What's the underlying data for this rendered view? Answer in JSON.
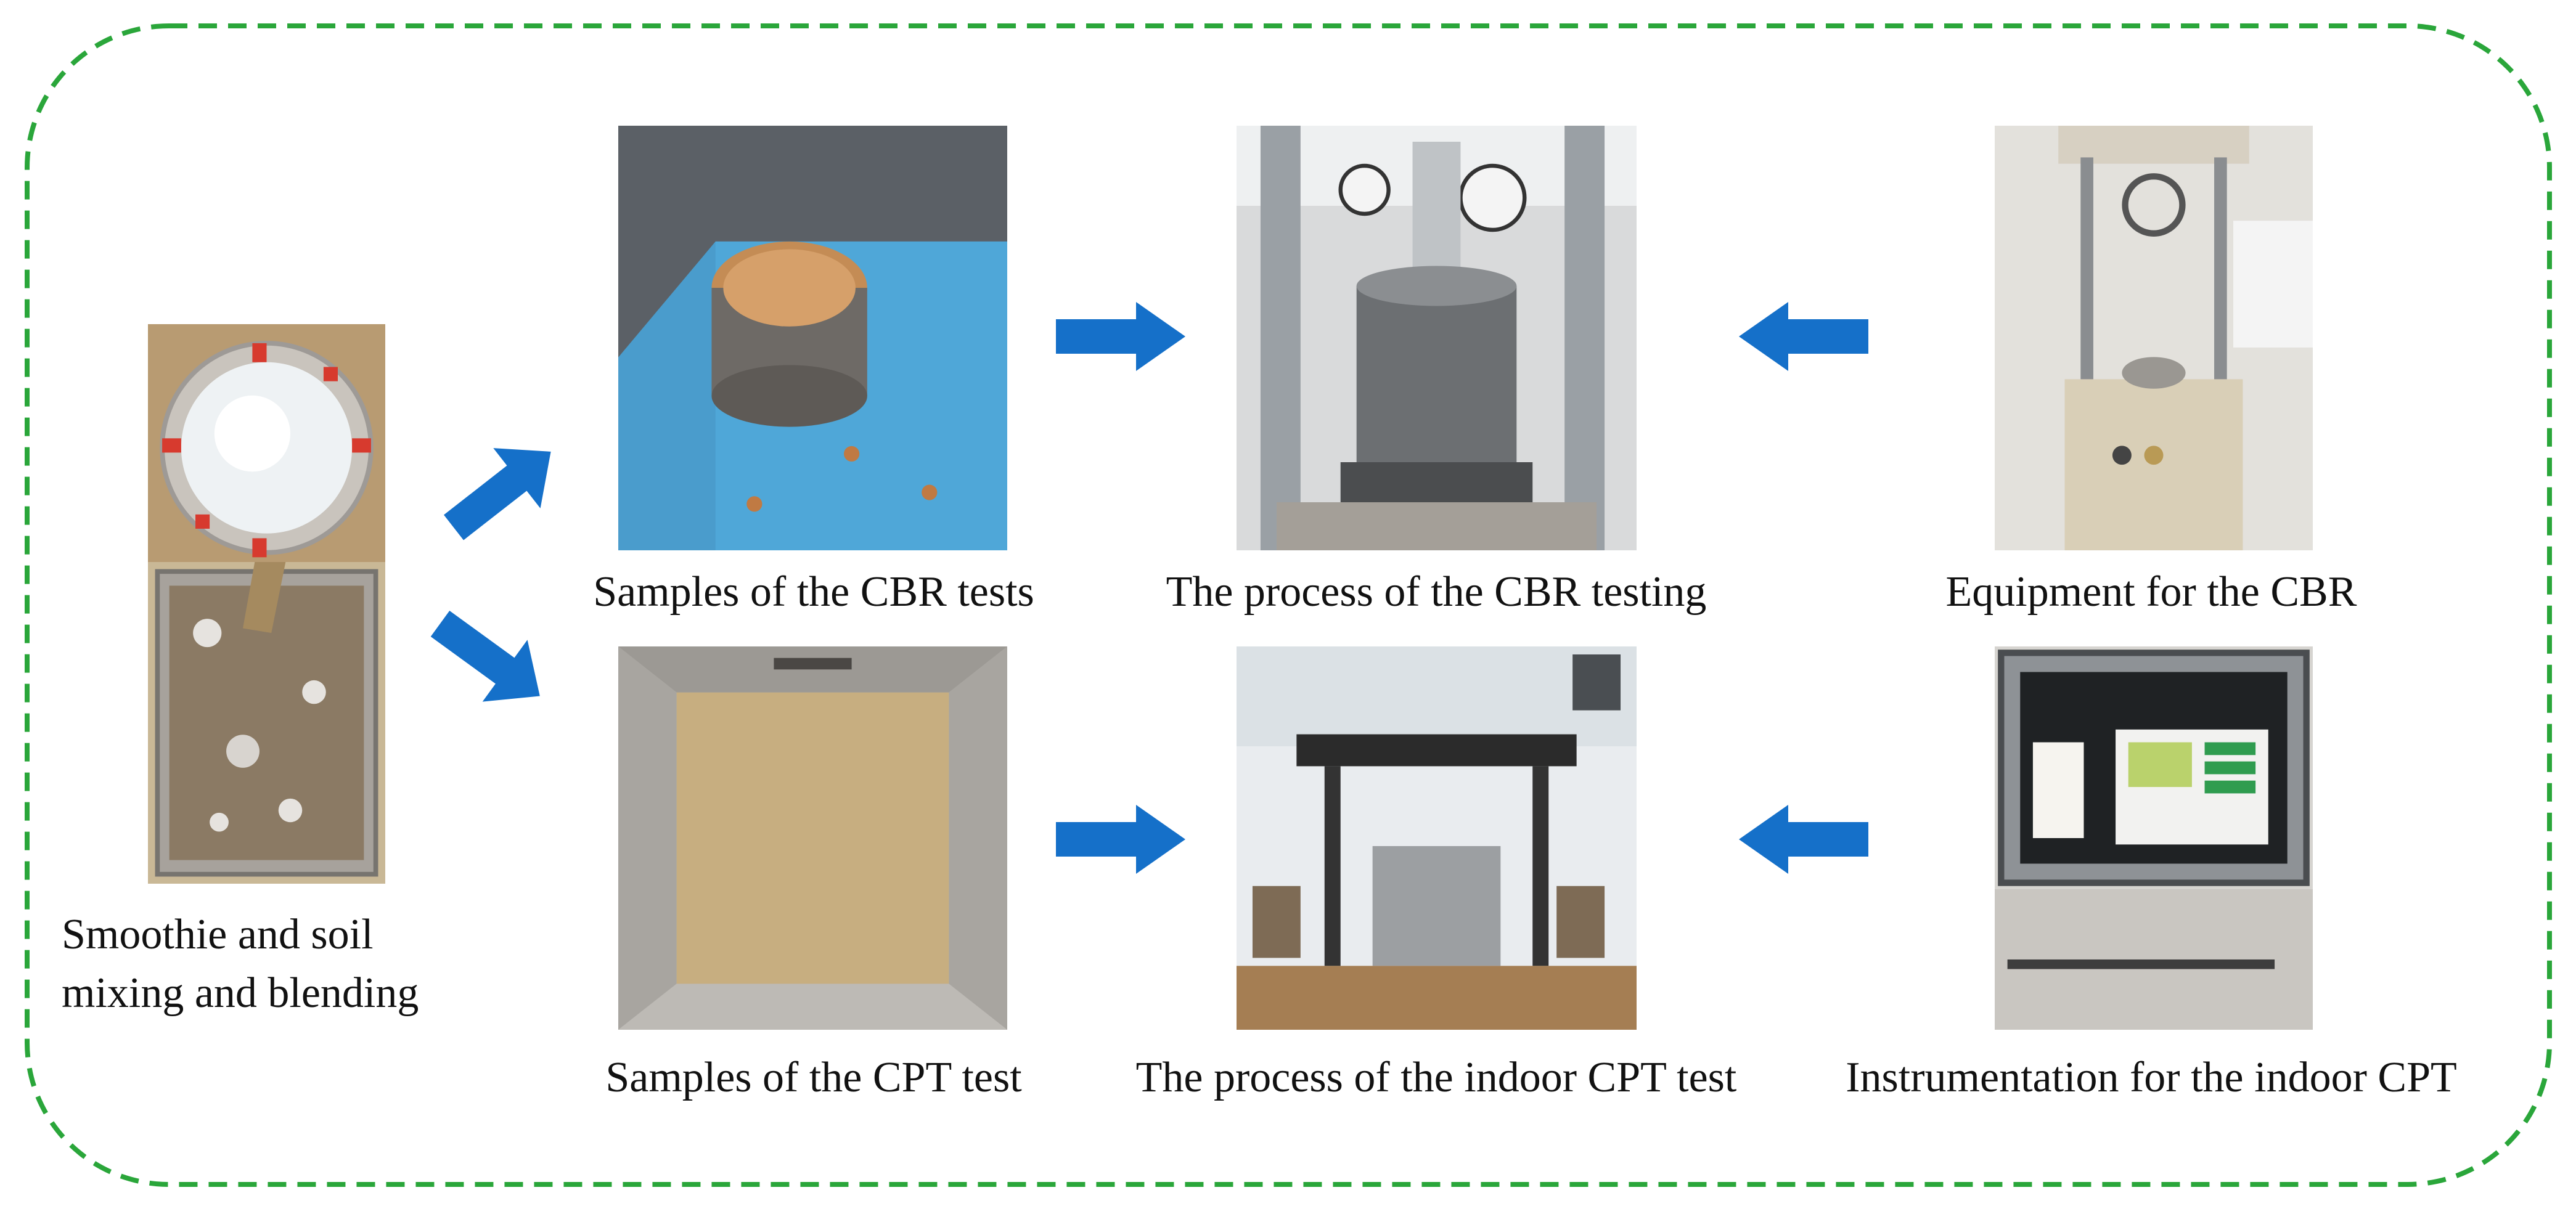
{
  "colors": {
    "frame_dash": "#2aa63a",
    "arrow": "#1570c9",
    "text": "#111111",
    "background": "#ffffff"
  },
  "labels": {
    "mixing": [
      "Smoothie and soil",
      "mixing and blending"
    ],
    "cbr_samples": "Samples of the CBR tests",
    "cbr_process": "The process of the CBR testing",
    "cbr_equipment": "Equipment for the CBR",
    "cpt_samples": "Samples of the CPT test",
    "cpt_process": "The process of the indoor CPT test",
    "cpt_instrument": "Instrumentation for the indoor CPT"
  },
  "arrows": [
    {
      "name": "mixing-to-cbr-samples",
      "direction": "up-right"
    },
    {
      "name": "mixing-to-cpt-samples",
      "direction": "down-right"
    },
    {
      "name": "cbr-samples-to-process",
      "direction": "right"
    },
    {
      "name": "cbr-equipment-to-process",
      "direction": "left"
    },
    {
      "name": "cpt-samples-to-process",
      "direction": "right"
    },
    {
      "name": "cpt-instrument-to-process",
      "direction": "left"
    }
  ]
}
